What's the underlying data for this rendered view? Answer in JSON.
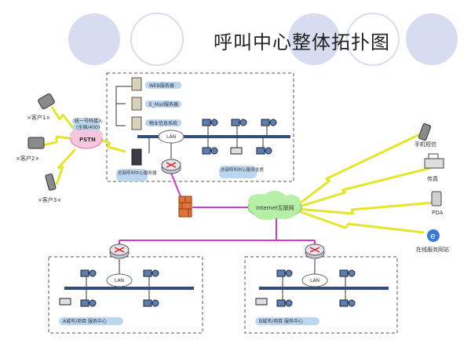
{
  "title": "呼叫中心整体拓扑图",
  "labels": {
    "client1": "×客户1×",
    "client2": "×客户2×",
    "client3": "×客户3×",
    "pstn": "PSTN",
    "unified_access": "统一号码接入",
    "access_numbers": "(全国/400)",
    "web_server": "WEB服务器",
    "email_server": "E_Mail服务器",
    "property_system": "物业信息系统",
    "lan": "LAN",
    "hq_server": "总部呼叫中心服务器",
    "hq_agents": "总部呼叫中心服务坐席",
    "internet": "Internet互联网",
    "sms": "手机短信",
    "fax": "传真",
    "pda": "PDA",
    "online_site": "在线服务网站",
    "branch_a_lan": "LAN",
    "branch_b_lan": "LAN",
    "branch_a": "A城市/项目 服务中心",
    "branch_b": "B城市/项目 服务中心"
  },
  "colors": {
    "link": "#d23ad0",
    "wireless": "#e5e52a",
    "lan_bar": "#2f4f7a",
    "label_bg": "#bcd6f0",
    "internet_cloud": "#b6f0a6"
  }
}
